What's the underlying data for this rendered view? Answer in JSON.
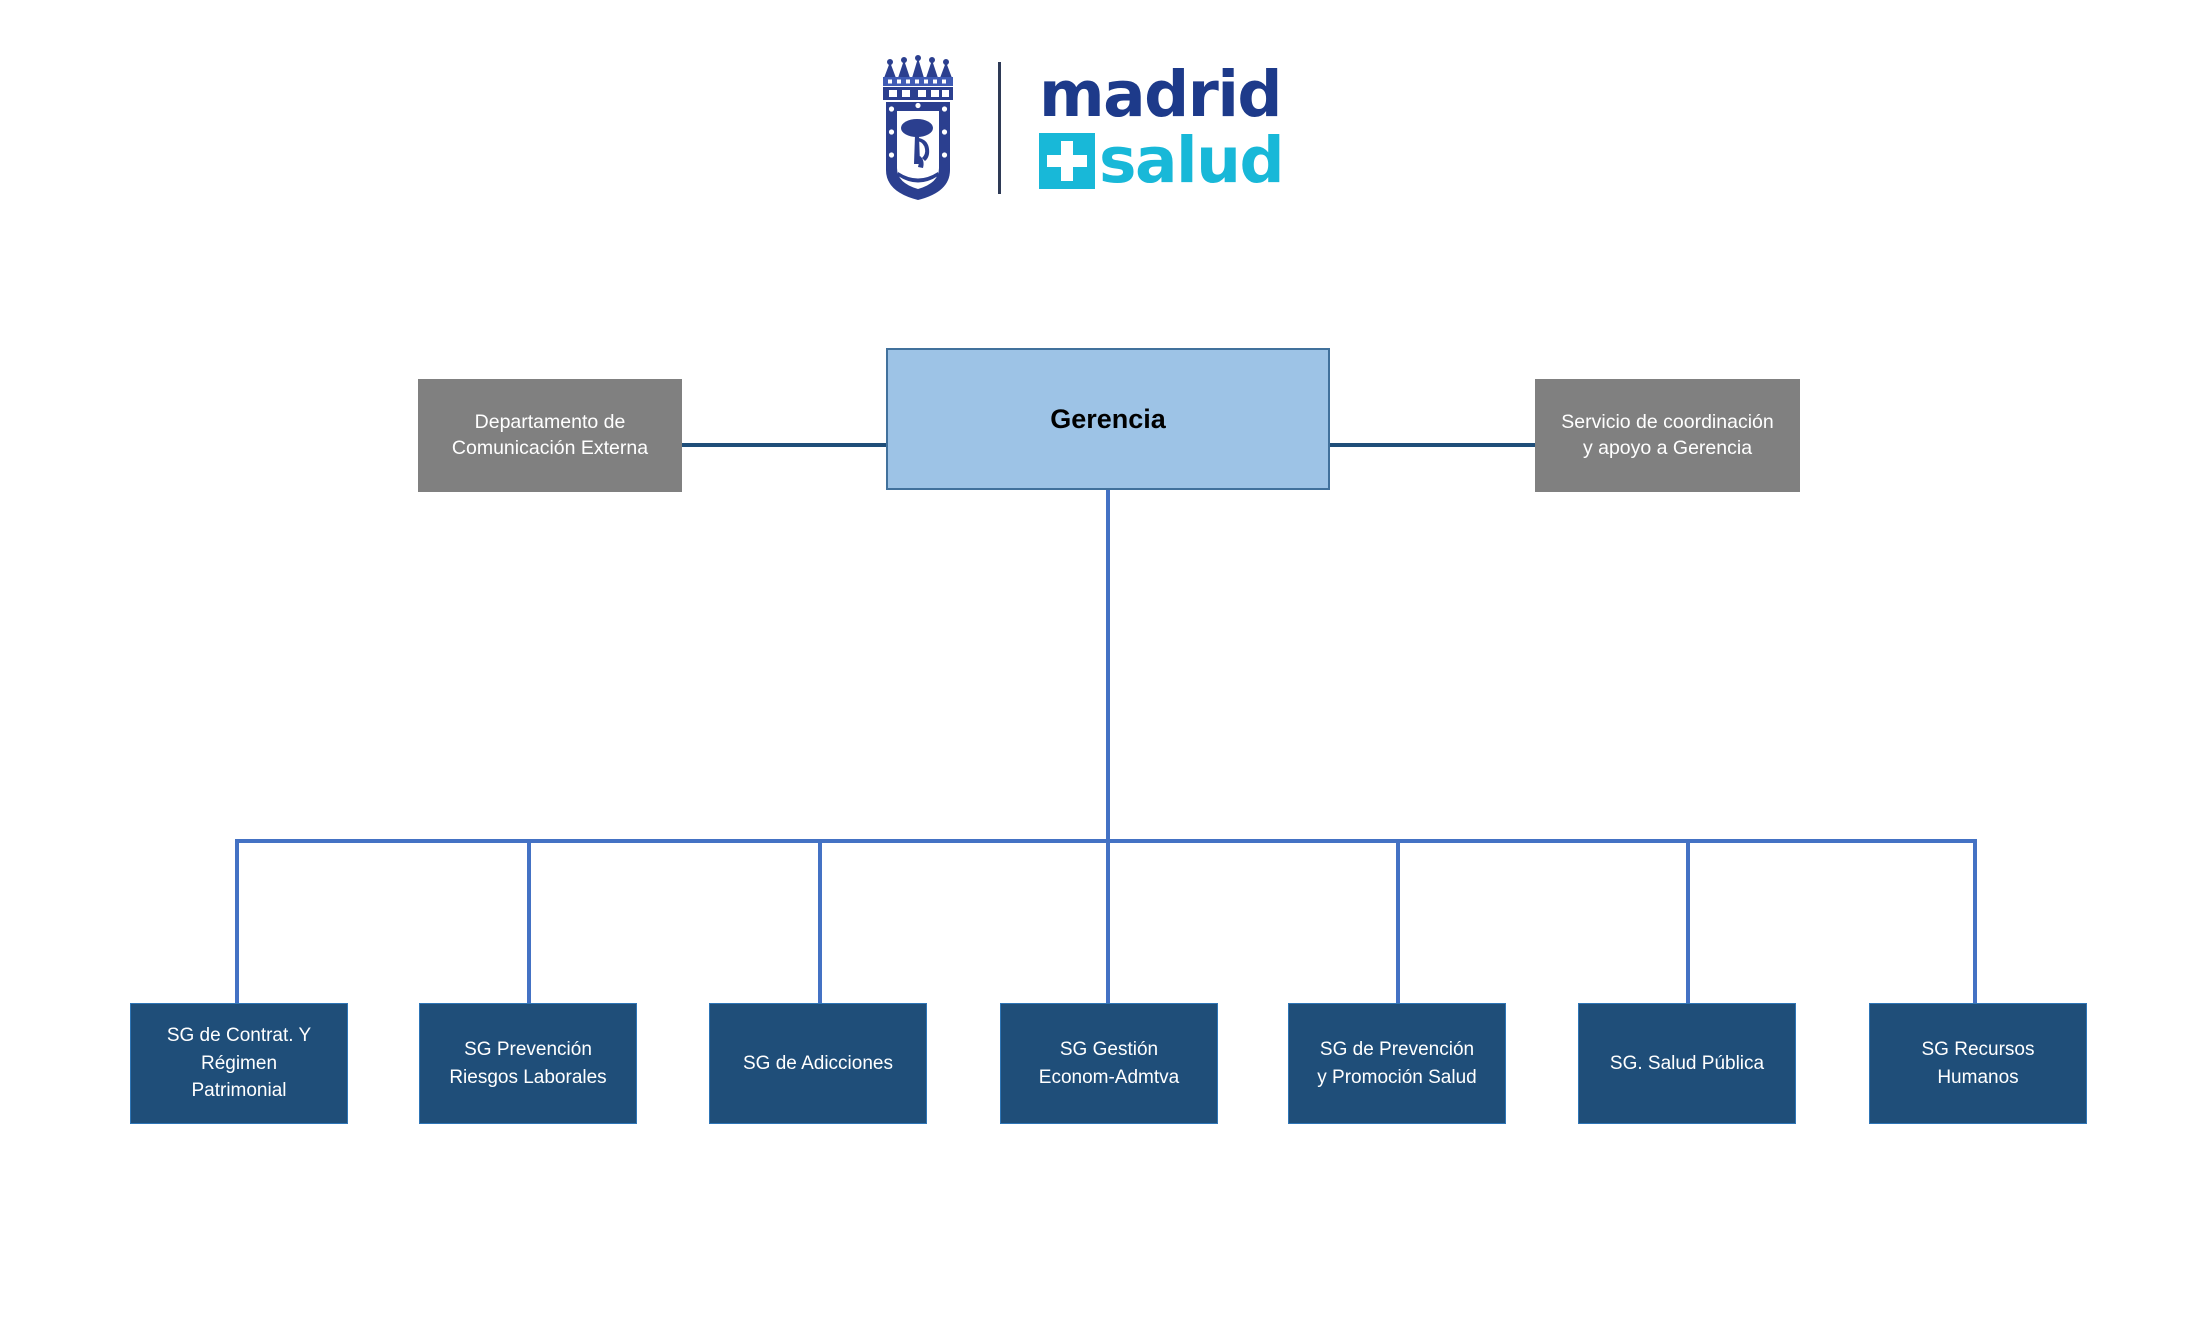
{
  "logo": {
    "crest_name": "madrid-coat-of-arms",
    "word_madrid": "madrid",
    "word_salud": "salud",
    "colors": {
      "madrid_navy": "#1d3a8a",
      "salud_cyan": "#18b8d8",
      "divider": "#2e3a56"
    }
  },
  "chart": {
    "root": {
      "label": "Gerencia",
      "fill": "#9DC3E6",
      "border": "#41719C",
      "text_color": "#000000"
    },
    "staff": [
      {
        "label": "Departamento de\nComunicación Externa",
        "side": "left",
        "fill": "#808080",
        "text_color": "#FFFFFF"
      },
      {
        "label": "Servicio de coordinación\ny apoyo a Gerencia",
        "side": "right",
        "fill": "#808080",
        "text_color": "#FFFFFF"
      }
    ],
    "units": [
      {
        "label": "SG de Contrat. Y\nRégimen\nPatrimonial"
      },
      {
        "label": "SG Prevención\nRiesgos Laborales"
      },
      {
        "label": "SG de Adicciones"
      },
      {
        "label": "SG Gestión\nEconom-Admtva"
      },
      {
        "label": "SG de Prevención\ny Promoción Salud"
      },
      {
        "label": "SG. Salud Pública"
      },
      {
        "label": "SG Recursos\nHumanos"
      }
    ],
    "unit_fill": "#1F4E79",
    "unit_border": "#2E75B6",
    "connector_color": "#4472C4",
    "staff_connector_color": "#1F4E79",
    "background": "#FFFFFF"
  }
}
